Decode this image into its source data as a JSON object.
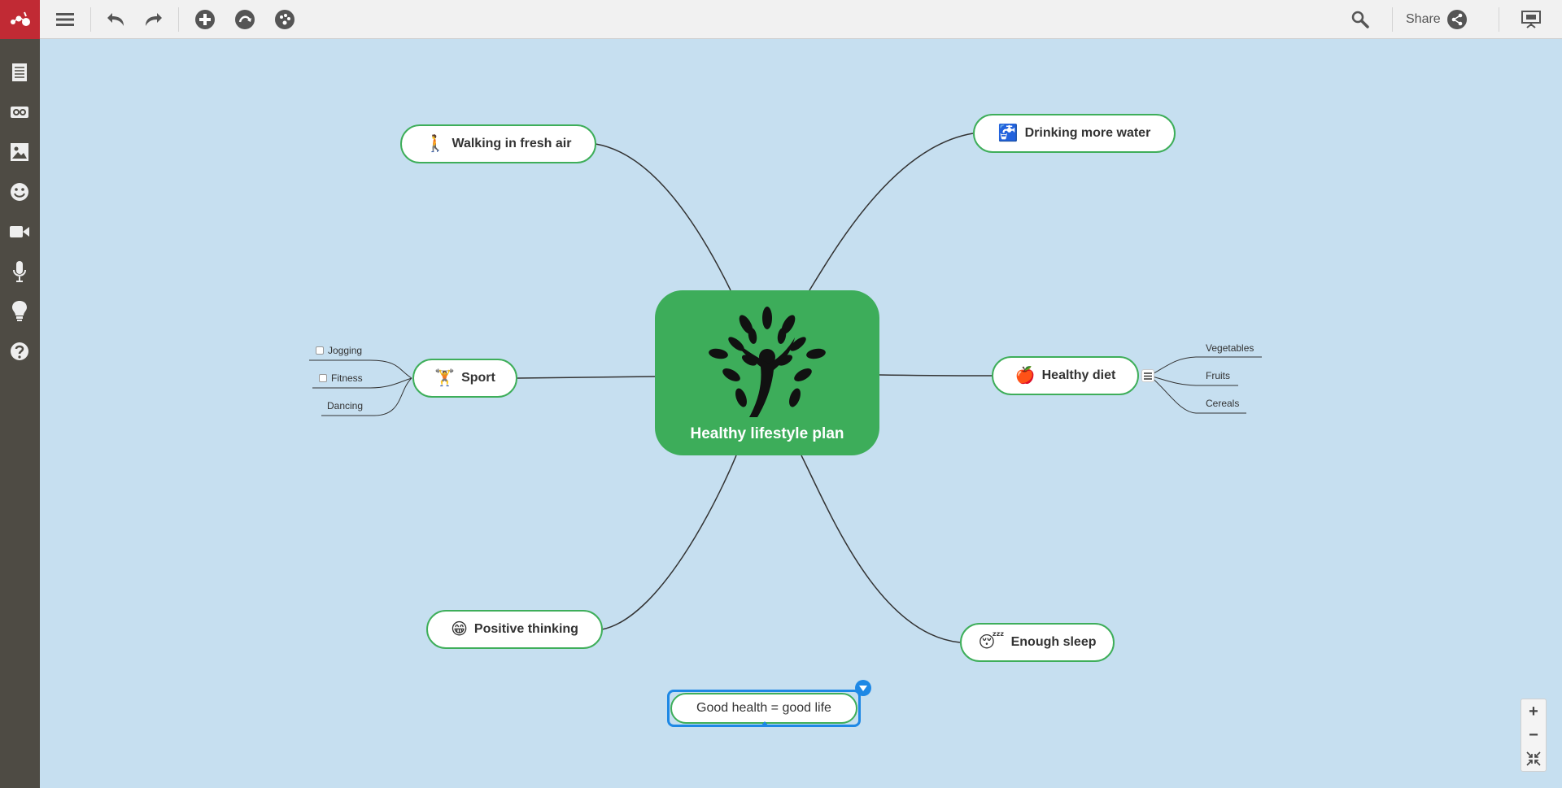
{
  "toolbar": {
    "share_label": "Share"
  },
  "map": {
    "root_title": "Healthy lifestyle plan",
    "nodes": {
      "walking": {
        "label": "Walking in fresh air",
        "emoji": "🚶"
      },
      "water": {
        "label": "Drinking more water",
        "emoji": "🚰"
      },
      "sport": {
        "label": "Sport",
        "emoji": "🏋"
      },
      "diet": {
        "label": "Healthy diet",
        "emoji": "🍎"
      },
      "positive": {
        "label": "Positive thinking",
        "emoji": "😁"
      },
      "sleep": {
        "label": "Enough sleep",
        "emoji": "😴"
      },
      "floating": {
        "label": "Good health = good life"
      }
    },
    "sport_children": [
      "Jogging",
      "Fitness",
      "Dancing"
    ],
    "diet_children": [
      "Vegetables",
      "Fruits",
      "Cereals"
    ]
  },
  "zoom": {
    "in_label": "+",
    "out_label": "−"
  },
  "colors": {
    "canvas": "#c6dff0",
    "node_border": "#3eae5a",
    "root_fill": "#3dad5a",
    "selection": "#1e88e5",
    "sidebar": "#4e4b44",
    "logo": "#c12a34"
  }
}
